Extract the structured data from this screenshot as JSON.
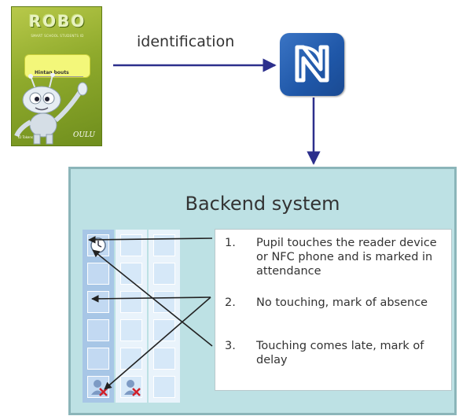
{
  "card": {
    "logo": "ROBO",
    "subtitle": "SMART SCHOOL STUDENTS ID",
    "name": "Hintan bouts",
    "corner_text": "ID Tokens",
    "brand": "OULU"
  },
  "flow": {
    "arrow_label": "identification",
    "icon": "nfc-icon"
  },
  "backend": {
    "title": "Backend system",
    "notes": [
      {
        "num": "1.",
        "text": "Pupil touches the reader device or NFC phone and is marked in attendance"
      },
      {
        "num": "2.",
        "text": "No touching, mark of absence"
      },
      {
        "num": "3.",
        "text": "Touching comes late, mark of delay"
      }
    ],
    "grid": {
      "columns": 3,
      "rows": 6,
      "icons": [
        {
          "col": 0,
          "row": 0,
          "icon": "clock-icon"
        },
        {
          "col": 0,
          "row": 5,
          "icon": "absent-user-icon"
        },
        {
          "col": 1,
          "row": 5,
          "icon": "absent-user-icon"
        }
      ]
    }
  },
  "colors": {
    "arrow": "#2c2f8c",
    "backend_bg": "#bde1e4",
    "nfc_bg": "#2a62b4"
  }
}
